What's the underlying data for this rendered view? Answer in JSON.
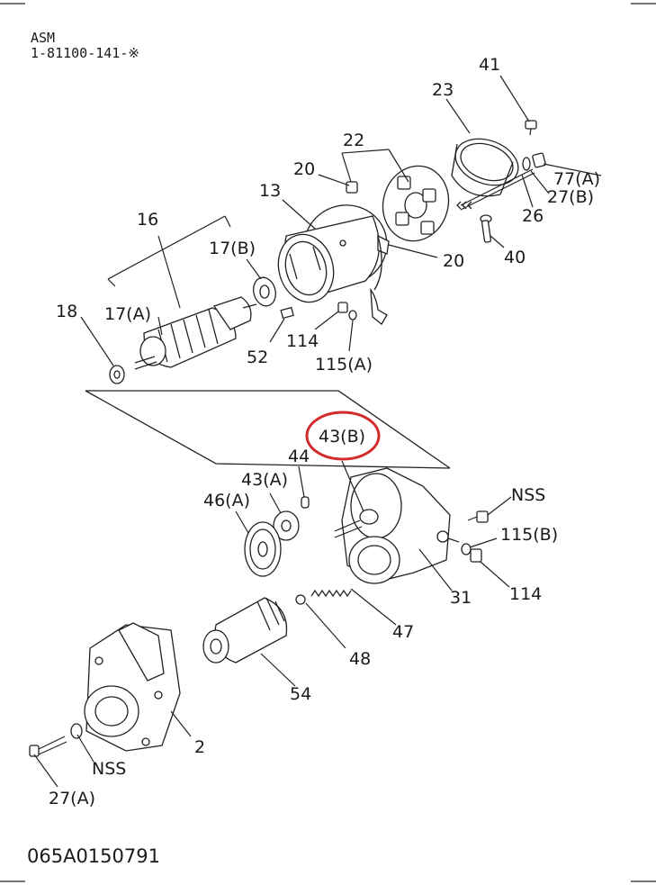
{
  "header": {
    "line1": "ASM",
    "line2": "1-81100-141-※"
  },
  "footer": {
    "code": "065A0150791"
  },
  "highlight": {
    "label": "43(B)",
    "color": "#d32a2a"
  },
  "callouts": {
    "c41": "41",
    "c23": "23",
    "c22": "22",
    "c20a": "20",
    "c13": "13",
    "c77a": "77(A)",
    "c27b": "27(B)",
    "c26": "26",
    "c16": "16",
    "c17b": "17(B)",
    "c20b": "20",
    "c40": "40",
    "c18": "18",
    "c17a": "17(A)",
    "c114a": "114",
    "c52": "52",
    "c115a": "115(A)",
    "c43b": "43(B)",
    "c44": "44",
    "c43a": "43(A)",
    "c46a": "46(A)",
    "cnss1": "NSS",
    "c115b": "115(B)",
    "c114b": "114",
    "c31": "31",
    "c47": "47",
    "c48": "48",
    "c54": "54",
    "c2": "2",
    "cnss2": "NSS",
    "c27a": "27(A)"
  }
}
